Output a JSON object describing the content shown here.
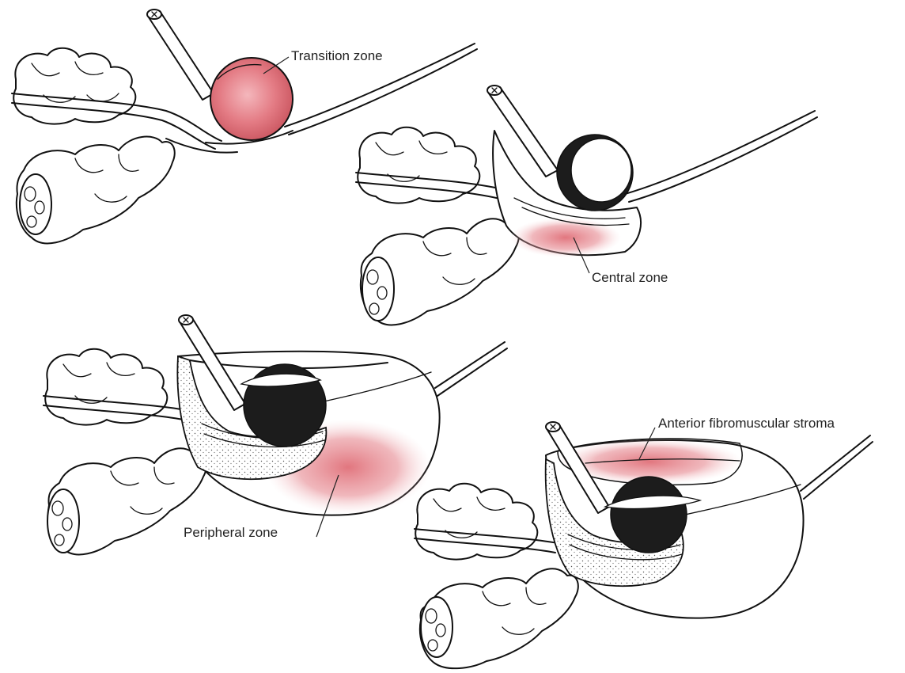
{
  "panels": [
    {
      "id": "panel-1",
      "label": "Transition zone"
    },
    {
      "id": "panel-2",
      "label": "Central zone"
    },
    {
      "id": "panel-3",
      "label": "Peripheral zone"
    },
    {
      "id": "panel-4",
      "label": "Anterior fibromuscular stroma"
    }
  ],
  "colors": {
    "zone_highlight": "#e06f78",
    "ink": "#111111",
    "background": "#ffffff"
  }
}
